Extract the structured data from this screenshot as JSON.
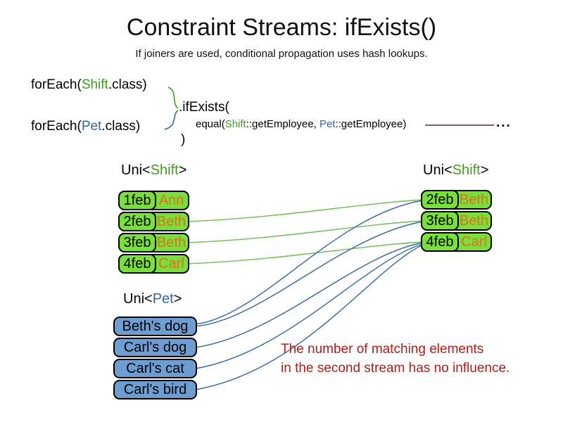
{
  "slide": {
    "title": "Constraint Streams: ifExists()",
    "subtitle": "If joiners are used, conditional propagation uses hash lookups."
  },
  "code": {
    "foreach_shift": {
      "pre": "forEach(",
      "type": "Shift",
      "post": ".class)"
    },
    "foreach_pet": {
      "pre": "forEach(",
      "type": "Pet",
      "post": ".class)"
    },
    "if_exists": ".ifExists(",
    "equal": {
      "pre": "equal(",
      "shift": "Shift",
      "mid": "::getEmployee, ",
      "pet": "Pet",
      "post": "::getEmployee)"
    },
    "close_paren": ")",
    "ellipsis": "..."
  },
  "left_shift_table": {
    "label": {
      "pre": "Uni<",
      "type": "Shift",
      "post": ">"
    },
    "rows": [
      {
        "date": "1feb",
        "name": "Ann"
      },
      {
        "date": "2feb",
        "name": "Beth"
      },
      {
        "date": "3feb",
        "name": "Beth"
      },
      {
        "date": "4feb",
        "name": "Carl"
      }
    ]
  },
  "right_shift_table": {
    "label": {
      "pre": "Uni<",
      "type": "Shift",
      "post": ">"
    },
    "rows": [
      {
        "date": "2feb",
        "name": "Beth"
      },
      {
        "date": "3feb",
        "name": "Beth"
      },
      {
        "date": "4feb",
        "name": "Carl"
      }
    ]
  },
  "pet_table": {
    "label": {
      "pre": "Uni<",
      "type": "Pet",
      "post": ">"
    },
    "rows": [
      {
        "name": "Beth's dog"
      },
      {
        "name": "Carl's dog"
      },
      {
        "name": "Carl's cat"
      },
      {
        "name": "Carl's bird"
      }
    ]
  },
  "note": {
    "line1": "The number of matching elements",
    "line2": "in the second stream has no influence."
  },
  "connections": {
    "green_shift_to_shift": [
      {
        "from": "2feb Beth",
        "to": "2feb Beth"
      },
      {
        "from": "3feb Beth",
        "to": "3feb Beth"
      },
      {
        "from": "4feb Carl",
        "to": "4feb Carl"
      }
    ],
    "blue_pet_to_shift": [
      {
        "from": "Beth's dog",
        "to": "2feb Beth"
      },
      {
        "from": "Beth's dog",
        "to": "3feb Beth"
      },
      {
        "from": "Carl's dog",
        "to": "4feb Carl"
      },
      {
        "from": "Carl's cat",
        "to": "4feb Carl"
      },
      {
        "from": "Carl's bird",
        "to": "4feb Carl"
      }
    ]
  },
  "colors": {
    "green_box": "#7ADE3D",
    "green_type": "#3E9F1C",
    "blue_type": "#3465A4",
    "blue_box": "#6E9DD1",
    "orange_name": "#E0701F",
    "red_note": "#B21B17",
    "green_line": "#6CBE52",
    "blue_line": "#35689C",
    "purple_line": "#7B5E80"
  }
}
